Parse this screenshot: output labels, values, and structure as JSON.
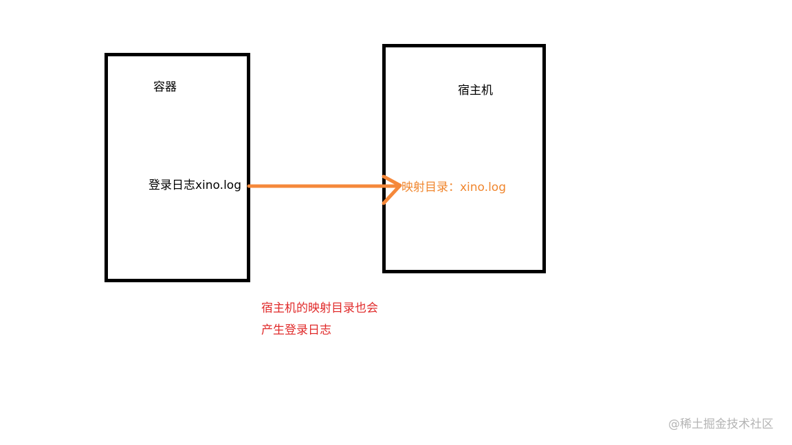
{
  "diagram": {
    "container_box": {
      "title": "容器",
      "content": "登录日志xino.log"
    },
    "host_box": {
      "title": "宿主机",
      "content": "映射目录：xino.log"
    },
    "note": {
      "line1": "宿主机的映射目录也会",
      "line2": "产生登录日志"
    },
    "watermark": "@稀土掘金技术社区"
  },
  "colors": {
    "box_border": "#000000",
    "text": "#000000",
    "arrow": "#f5883a",
    "mapped_text": "#f0862e",
    "note_text": "#e02a2a",
    "watermark": "#b4b4b4"
  }
}
